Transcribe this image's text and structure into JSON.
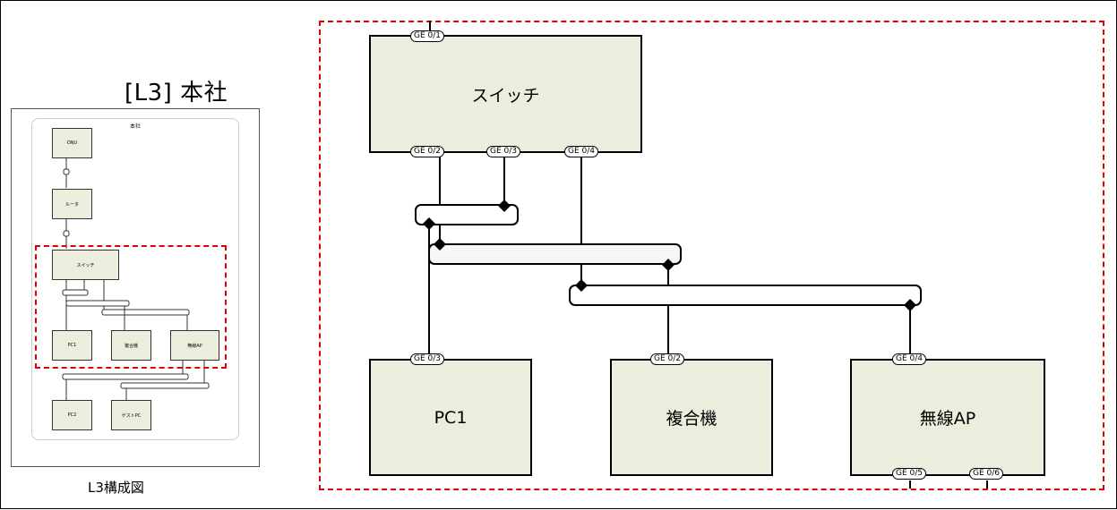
{
  "title": "[L3] 本社",
  "caption": "L3構成図",
  "thumbnail": {
    "site_label": "本社",
    "devices": {
      "onu": "ONU",
      "router": "ルータ",
      "switch": "スイッチ",
      "pc1": "PC1",
      "mfp": "複合機",
      "ap": "無線AP",
      "pc2": "PC2",
      "guest_pc": "ゲストPC"
    }
  },
  "diagram": {
    "switch": {
      "label": "スイッチ",
      "ports": {
        "p1": "GE 0/1",
        "p2": "GE 0/2",
        "p3": "GE 0/3",
        "p4": "GE 0/4"
      }
    },
    "pc1": {
      "label": "PC1",
      "port": "GE 0/3"
    },
    "mfp": {
      "label": "複合機",
      "port": "GE 0/2"
    },
    "ap": {
      "label": "無線AP",
      "port_top": "GE 0/4",
      "port_b1": "GE 0/5",
      "port_b2": "GE 0/6"
    }
  }
}
